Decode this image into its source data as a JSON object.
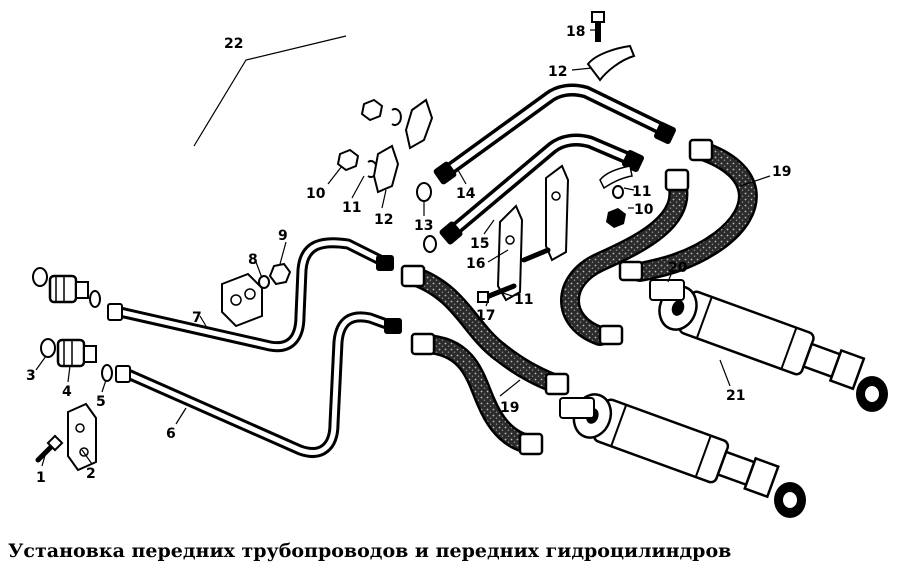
{
  "caption": "Установка передних трубопроводов и передних гидроцилиндров",
  "callouts": {
    "c1": "1",
    "c2": "2",
    "c3": "3",
    "c4": "4",
    "c5": "5",
    "c6": "6",
    "c7": "7",
    "c8": "8",
    "c9": "9",
    "c10a": "10",
    "c10b": "10",
    "c11a": "11",
    "c11b": "11",
    "c11c": "11",
    "c12a": "12",
    "c12b": "12",
    "c13": "13",
    "c14": "14",
    "c15": "15",
    "c16": "16",
    "c17": "17",
    "c18": "18",
    "c19a": "19",
    "c19b": "19",
    "c20": "20",
    "c21": "21",
    "c22": "22"
  },
  "colors": {
    "ink": "#000000",
    "paper": "#ffffff",
    "hose": "#3a3a3a"
  }
}
